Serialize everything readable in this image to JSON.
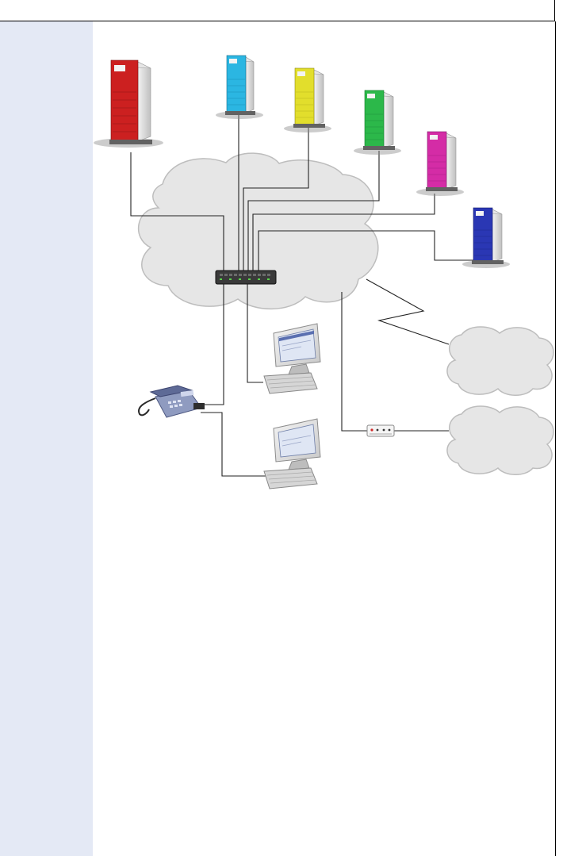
{
  "colors": {
    "page_margin": "#e4e9f5",
    "cloud_fill": "#e6e6e6",
    "cloud_stroke": "#bdbdbd",
    "link": "#222222",
    "servers": [
      "#cc2020",
      "#2bb6e2",
      "#e2de2c",
      "#2cb84a",
      "#d42ca6",
      "#2a37b4"
    ]
  },
  "diagram": {
    "nodes": [
      {
        "id": "server-red",
        "kind": "tower-server",
        "color": "red"
      },
      {
        "id": "server-cyan",
        "kind": "tower-server",
        "color": "cyan"
      },
      {
        "id": "server-yellow",
        "kind": "tower-server",
        "color": "yellow"
      },
      {
        "id": "server-green",
        "kind": "tower-server",
        "color": "green"
      },
      {
        "id": "server-magenta",
        "kind": "tower-server",
        "color": "magenta"
      },
      {
        "id": "server-blue",
        "kind": "tower-server",
        "color": "blue"
      },
      {
        "id": "lan-cloud",
        "kind": "cloud"
      },
      {
        "id": "network-switch",
        "kind": "switch"
      },
      {
        "id": "workstation-1",
        "kind": "pc"
      },
      {
        "id": "workstation-2",
        "kind": "pc"
      },
      {
        "id": "desk-phone",
        "kind": "telephone"
      },
      {
        "id": "router-box",
        "kind": "router"
      },
      {
        "id": "remote-cloud-wireless",
        "kind": "cloud"
      },
      {
        "id": "remote-cloud-wired",
        "kind": "cloud"
      }
    ],
    "links": [
      {
        "from": "server-red",
        "to": "network-switch"
      },
      {
        "from": "server-cyan",
        "to": "network-switch"
      },
      {
        "from": "server-yellow",
        "to": "network-switch"
      },
      {
        "from": "server-green",
        "to": "network-switch"
      },
      {
        "from": "server-magenta",
        "to": "network-switch"
      },
      {
        "from": "server-blue",
        "to": "network-switch"
      },
      {
        "from": "network-switch",
        "to": "workstation-1"
      },
      {
        "from": "network-switch",
        "to": "desk-phone"
      },
      {
        "from": "desk-phone",
        "to": "workstation-2"
      },
      {
        "from": "lan-cloud",
        "to": "remote-cloud-wireless",
        "style": "lightning"
      },
      {
        "from": "lan-cloud",
        "to": "router-box"
      },
      {
        "from": "router-box",
        "to": "remote-cloud-wired"
      }
    ]
  }
}
